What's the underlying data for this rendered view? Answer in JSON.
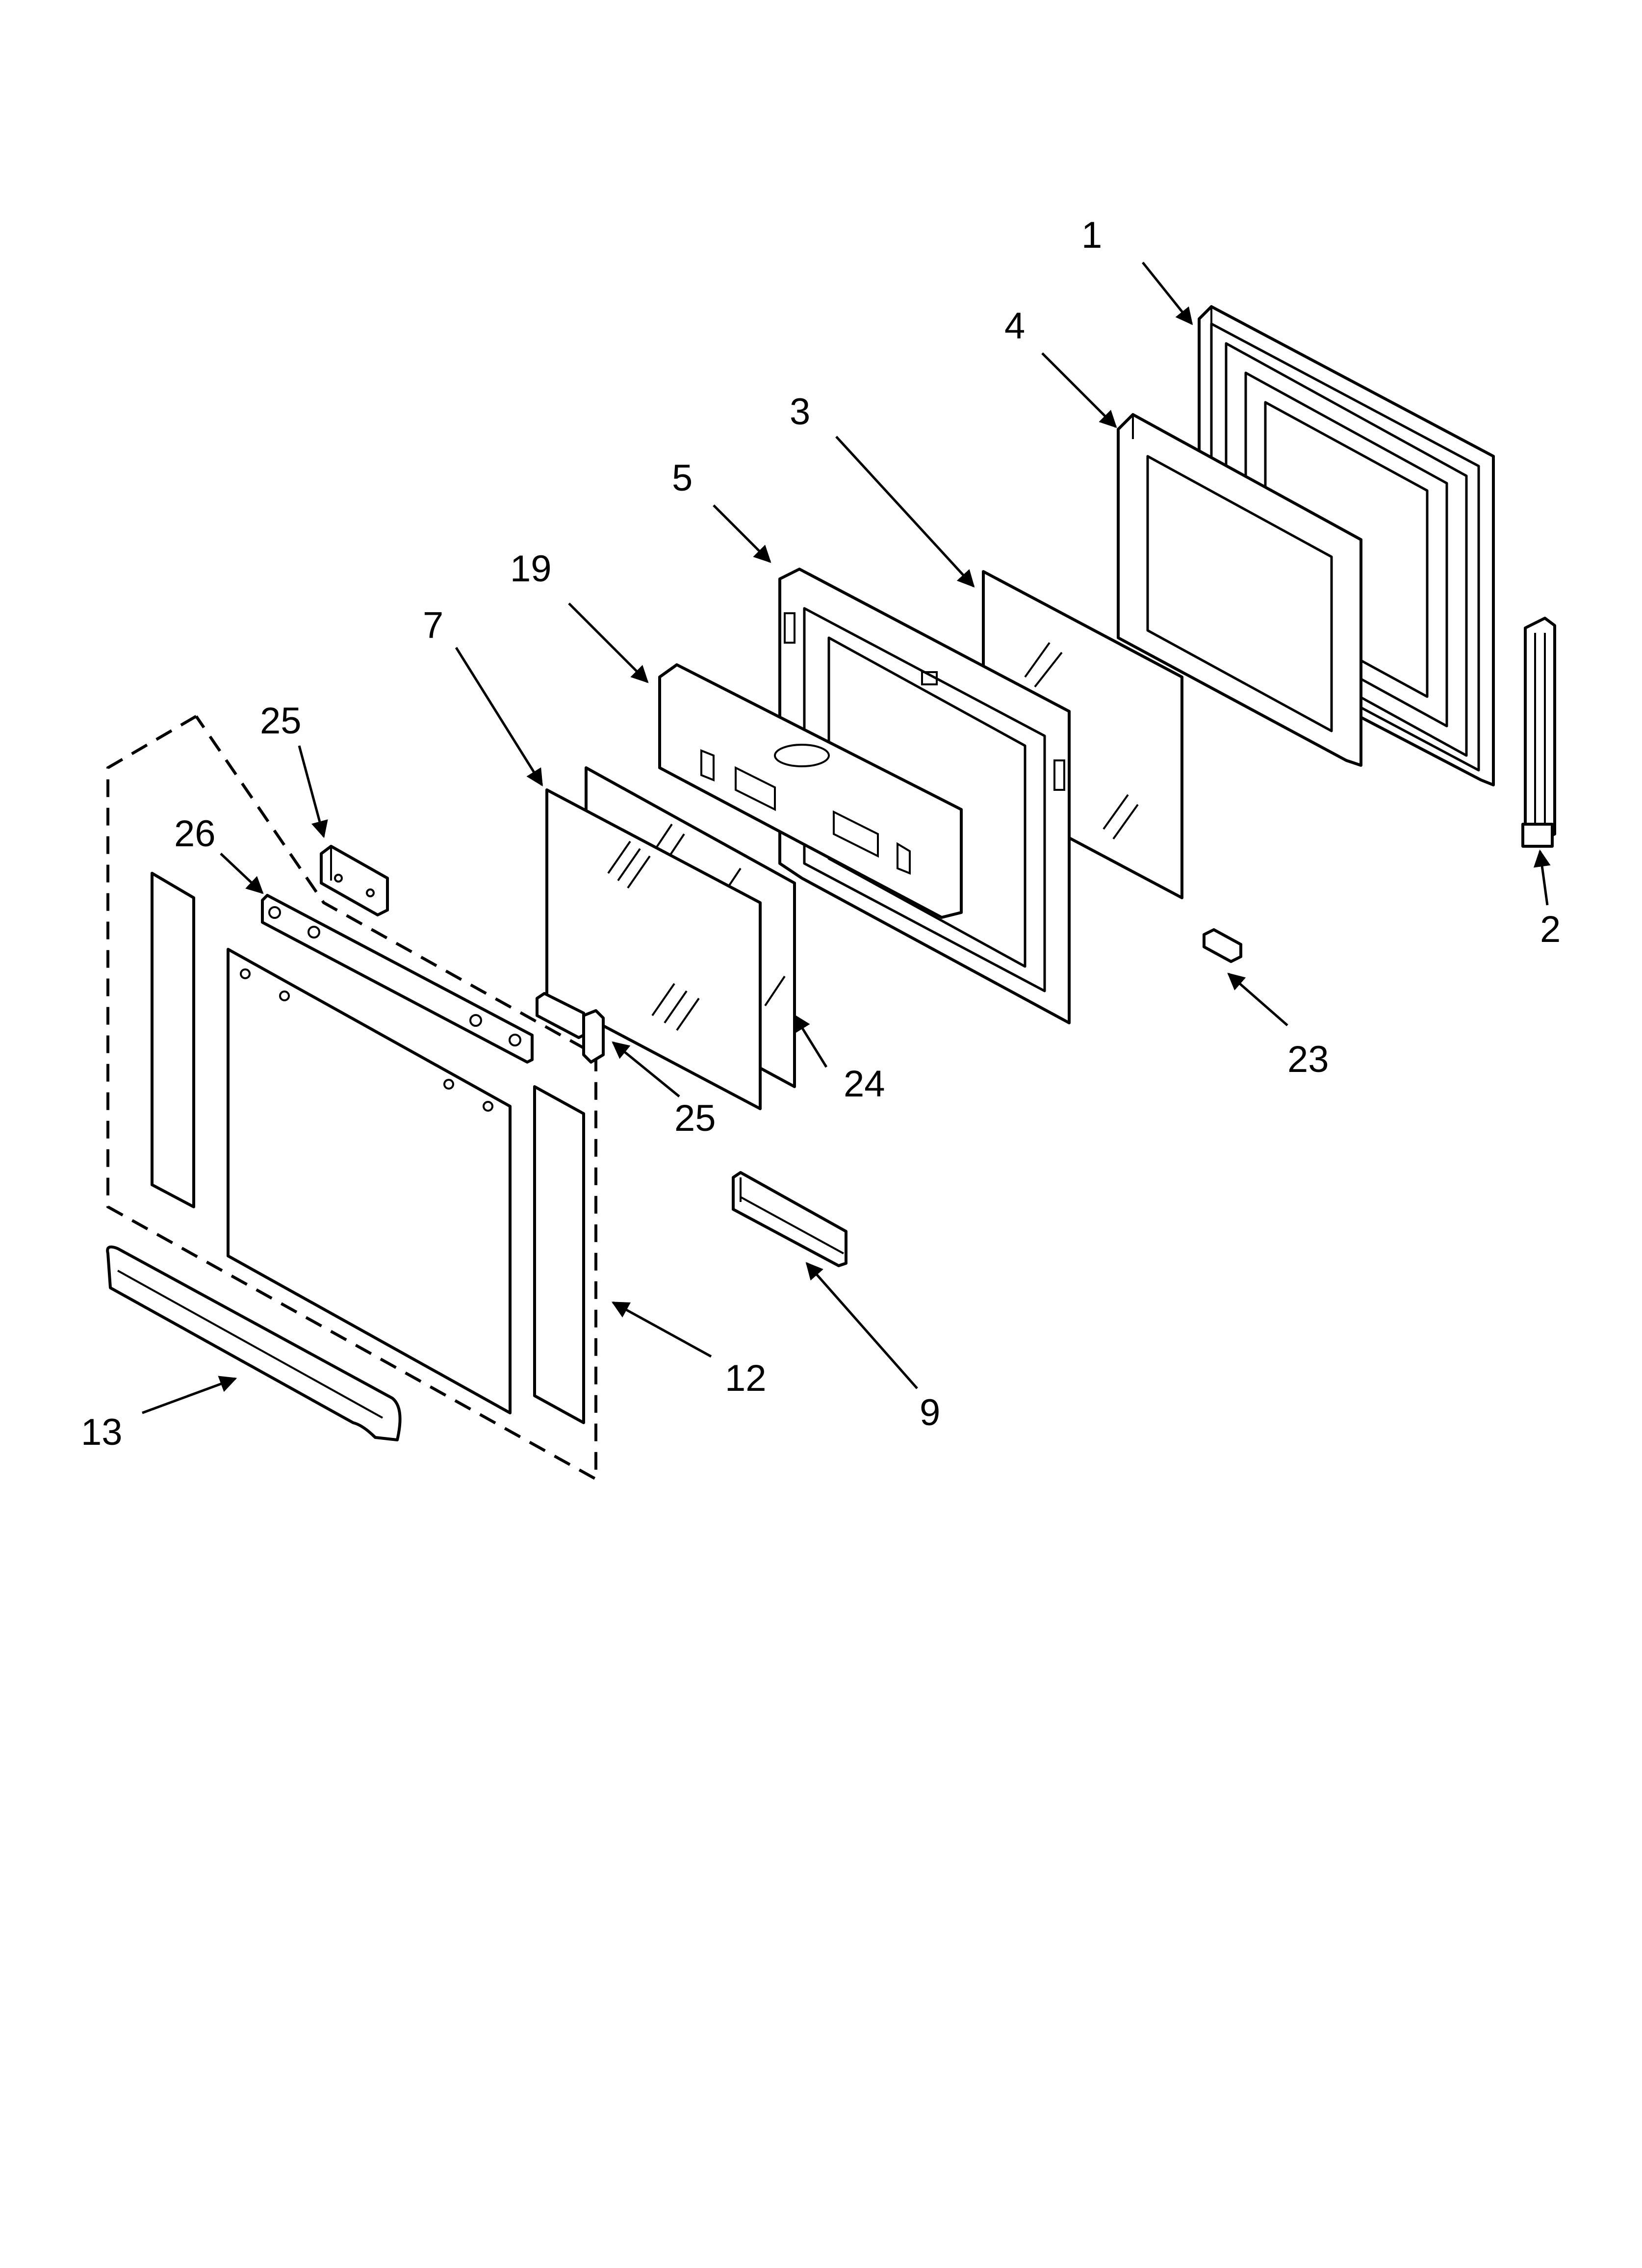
{
  "callouts": {
    "c1": "1",
    "c2": "2",
    "c3": "3",
    "c4": "4",
    "c5": "5",
    "c7": "7",
    "c9": "9",
    "c12": "12",
    "c13": "13",
    "c19": "19",
    "c23": "23",
    "c24": "24",
    "c25a": "25",
    "c25b": "25",
    "c26": "26"
  },
  "colors": {
    "ink": "#000000",
    "paper": "#ffffff"
  }
}
